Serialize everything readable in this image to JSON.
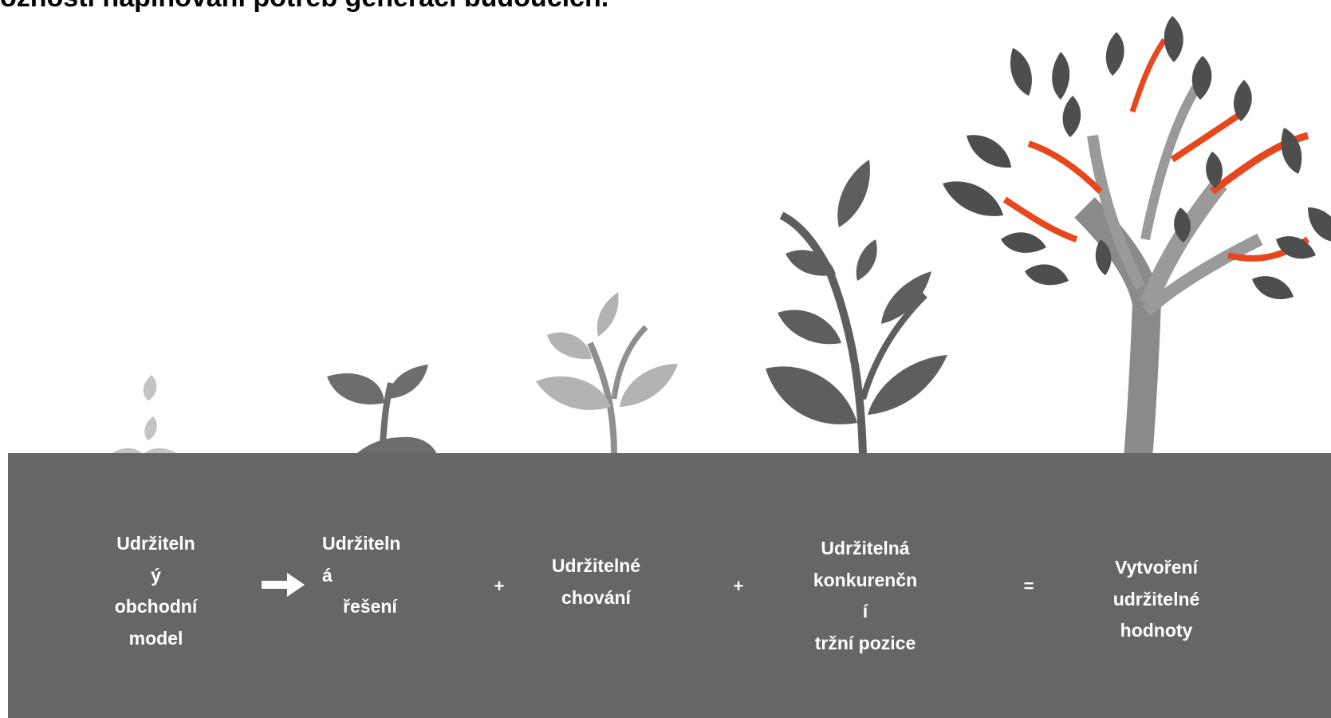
{
  "title": "ožnosti naplňování potřeb generací budoucích.",
  "colors": {
    "ground": "#666666",
    "leaf_dark": "#5a5a5a",
    "leaf_light": "#b3b3b3",
    "branch_accent": "#e8461c"
  },
  "stages": [
    {
      "lines": [
        "Udržiteln",
        "ý",
        "obchodní",
        "model"
      ]
    },
    {
      "lines": [
        "Udržiteln",
        "á",
        "řešení"
      ]
    },
    {
      "lines": [
        "Udržitelné",
        "chování"
      ]
    },
    {
      "lines": [
        "Udržitelná",
        "konkurenčn",
        "í",
        "tržní pozice"
      ]
    },
    {
      "lines": [
        "Vytvoření",
        "udržitelné",
        "hodnoty"
      ]
    }
  ],
  "operators": {
    "arrow": "right-arrow-icon",
    "plus1": "+",
    "plus2": "+",
    "equals": "="
  }
}
